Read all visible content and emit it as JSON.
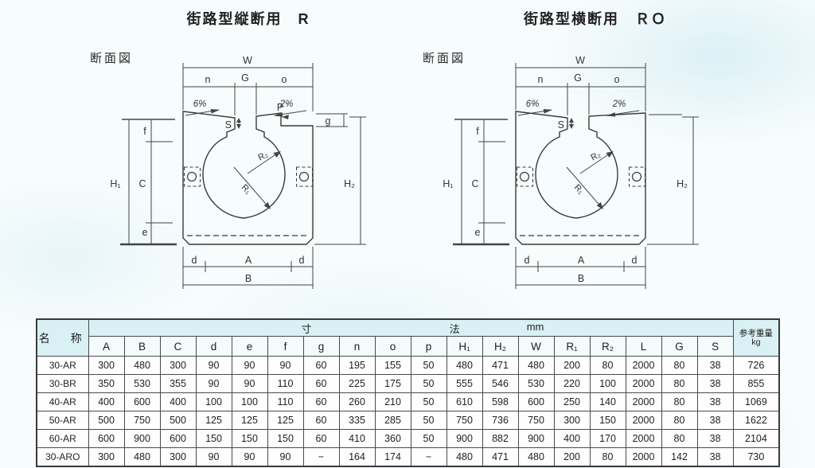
{
  "titles": {
    "left": "街路型縦断用　R",
    "right": "街路型横断用　ＲＯ"
  },
  "diagram_left": {
    "labels": {
      "section_label": "断面図",
      "W": "W",
      "n": "n",
      "G": "G",
      "o": "o",
      "slope_left": "6%",
      "slope_right": "2%",
      "S": "S",
      "P": "P",
      "g": "g",
      "f": "f",
      "H1": "H₁",
      "C": "C",
      "e": "e",
      "H2": "H₂",
      "R1": "R₁",
      "R2": "R₂",
      "d1": "d",
      "A": "A",
      "d2": "d",
      "B": "B"
    }
  },
  "diagram_right": {
    "labels": {
      "section_label": "断面図",
      "W": "W",
      "n": "n",
      "G": "G",
      "o": "o",
      "slope_left": "6%",
      "slope_right": "2%",
      "S": "S",
      "f": "f",
      "H1": "H₁",
      "C": "C",
      "e": "e",
      "H2": "H₂",
      "R1": "R₁",
      "R2": "R₂",
      "d1": "d",
      "A": "A",
      "d2": "d",
      "B": "B"
    }
  },
  "table": {
    "name_header": "名　称",
    "dim_header": {
      "part1": "寸",
      "part2": "法",
      "unit": "mm"
    },
    "weight_header": {
      "line1": "参考重量",
      "line2": "kg"
    },
    "columns": [
      "A",
      "B",
      "C",
      "d",
      "e",
      "f",
      "g",
      "n",
      "o",
      "p",
      "H₁",
      "H₂",
      "W",
      "R₁",
      "R₂",
      "L",
      "G",
      "S"
    ],
    "rows": [
      {
        "name": "30-AR",
        "values": [
          "300",
          "480",
          "300",
          "90",
          "90",
          "90",
          "60",
          "195",
          "155",
          "50",
          "480",
          "471",
          "480",
          "200",
          "80",
          "2000",
          "80",
          "38"
        ],
        "weight": "726"
      },
      {
        "name": "30-BR",
        "values": [
          "350",
          "530",
          "355",
          "90",
          "90",
          "110",
          "60",
          "225",
          "175",
          "50",
          "555",
          "546",
          "530",
          "220",
          "100",
          "2000",
          "80",
          "38"
        ],
        "weight": "855"
      },
      {
        "name": "40-AR",
        "values": [
          "400",
          "600",
          "400",
          "100",
          "100",
          "110",
          "60",
          "260",
          "210",
          "50",
          "610",
          "598",
          "600",
          "250",
          "140",
          "2000",
          "80",
          "38"
        ],
        "weight": "1069"
      },
      {
        "name": "50-AR",
        "values": [
          "500",
          "750",
          "500",
          "125",
          "125",
          "125",
          "60",
          "335",
          "285",
          "50",
          "750",
          "736",
          "750",
          "300",
          "150",
          "2000",
          "80",
          "38"
        ],
        "weight": "1622"
      },
      {
        "name": "60-AR",
        "values": [
          "600",
          "900",
          "600",
          "150",
          "150",
          "150",
          "60",
          "410",
          "360",
          "50",
          "900",
          "882",
          "900",
          "400",
          "170",
          "2000",
          "80",
          "38"
        ],
        "weight": "2104"
      },
      {
        "name": "30-ARO",
        "values": [
          "300",
          "480",
          "300",
          "90",
          "90",
          "90",
          "−",
          "164",
          "174",
          "−",
          "480",
          "471",
          "480",
          "200",
          "80",
          "2000",
          "142",
          "38"
        ],
        "weight": "730"
      }
    ]
  },
  "colors": {
    "header_bg": "#d9f1f5",
    "line": "#3a3a3a"
  }
}
